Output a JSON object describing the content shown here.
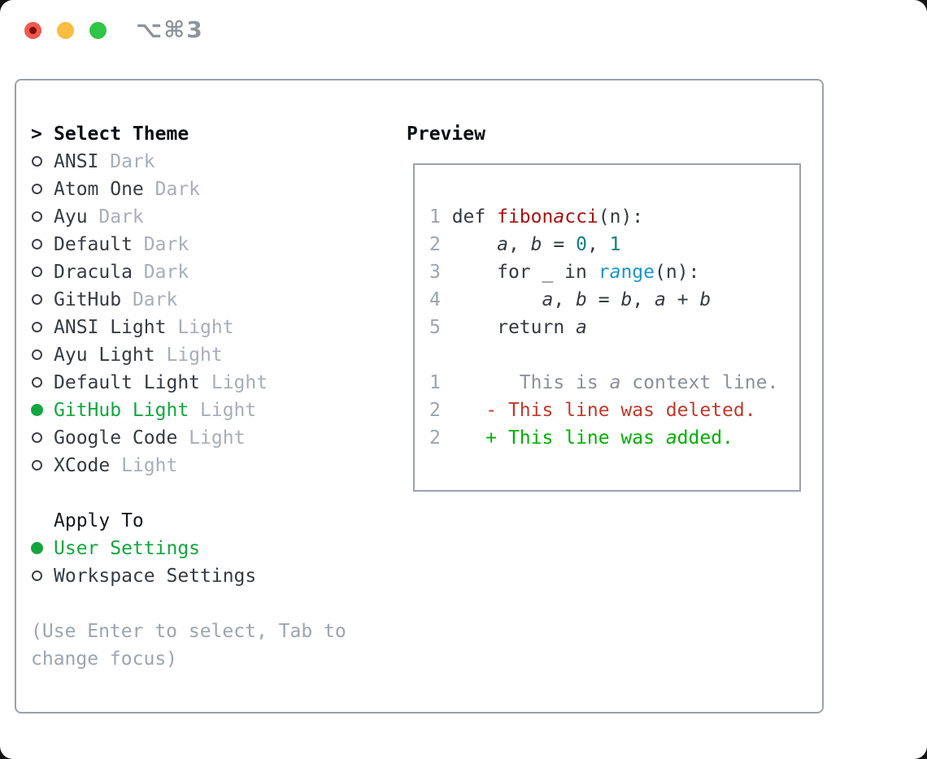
{
  "window": {
    "shortcut": "⌥⌘3",
    "traffic_lights": [
      {
        "name": "close",
        "color": "#f2594e"
      },
      {
        "name": "minimize",
        "color": "#f9bd42"
      },
      {
        "name": "zoom",
        "color": "#2fc546"
      }
    ]
  },
  "theme_panel": {
    "header": {
      "prefix": ">",
      "label": "Select Theme"
    },
    "themes": [
      {
        "name": "ANSI",
        "variant": "Dark",
        "selected": false
      },
      {
        "name": "Atom One",
        "variant": "Dark",
        "selected": false
      },
      {
        "name": "Ayu",
        "variant": "Dark",
        "selected": false
      },
      {
        "name": "Default",
        "variant": "Dark",
        "selected": false
      },
      {
        "name": "Dracula",
        "variant": "Dark",
        "selected": false
      },
      {
        "name": "GitHub",
        "variant": "Dark",
        "selected": false
      },
      {
        "name": "ANSI Light",
        "variant": "Light",
        "selected": false
      },
      {
        "name": "Ayu Light",
        "variant": "Light",
        "selected": false
      },
      {
        "name": "Default Light",
        "variant": "Light",
        "selected": false
      },
      {
        "name": "GitHub Light",
        "variant": "Light",
        "selected": true
      },
      {
        "name": "Google Code",
        "variant": "Light",
        "selected": false
      },
      {
        "name": "XCode",
        "variant": "Light",
        "selected": false
      }
    ],
    "apply_to": {
      "label": "Apply To",
      "options": [
        {
          "name": "User Settings",
          "selected": true
        },
        {
          "name": "Workspace Settings",
          "selected": false
        }
      ]
    },
    "help_lines": [
      "(Use Enter to select, Tab to",
      "change focus)"
    ]
  },
  "preview": {
    "label": "Preview",
    "lines": [
      {
        "num": "1",
        "segments": [
          {
            "t": " def ",
            "c": "code"
          },
          {
            "t": "fibon",
            "c": "func"
          },
          {
            "t": "a",
            "c": "func i"
          },
          {
            "t": "cci",
            "c": "func"
          },
          {
            "t": "(n):",
            "c": "code"
          }
        ]
      },
      {
        "num": "2",
        "segments": [
          {
            "t": "     ",
            "c": "code"
          },
          {
            "t": "a",
            "c": "code i"
          },
          {
            "t": ", ",
            "c": "code"
          },
          {
            "t": "b",
            "c": "code i"
          },
          {
            "t": " = ",
            "c": "code"
          },
          {
            "t": "0",
            "c": "lit"
          },
          {
            "t": ", ",
            "c": "code"
          },
          {
            "t": "1",
            "c": "lit"
          }
        ]
      },
      {
        "num": "3",
        "segments": [
          {
            "t": "     for _ in ",
            "c": "code"
          },
          {
            "t": "r",
            "c": "bi"
          },
          {
            "t": "a",
            "c": "bi i"
          },
          {
            "t": "nge",
            "c": "bi"
          },
          {
            "t": "(n):",
            "c": "code"
          }
        ]
      },
      {
        "num": "4",
        "segments": [
          {
            "t": "         ",
            "c": "code"
          },
          {
            "t": "a",
            "c": "code i"
          },
          {
            "t": ", ",
            "c": "code"
          },
          {
            "t": "b",
            "c": "code i"
          },
          {
            "t": " = ",
            "c": "code"
          },
          {
            "t": "b",
            "c": "code i"
          },
          {
            "t": ", ",
            "c": "code"
          },
          {
            "t": "a",
            "c": "code i"
          },
          {
            "t": " + ",
            "c": "code"
          },
          {
            "t": "b",
            "c": "code i"
          }
        ]
      },
      {
        "num": "5",
        "segments": [
          {
            "t": "     return ",
            "c": "code"
          },
          {
            "t": "a",
            "c": "code i"
          }
        ]
      },
      {
        "num": "",
        "segments": []
      },
      {
        "num": "1",
        "segments": [
          {
            "t": "       This is ",
            "c": "ctx"
          },
          {
            "t": "a",
            "c": "ctx i"
          },
          {
            "t": " context line.",
            "c": "ctx"
          }
        ]
      },
      {
        "num": "2",
        "segments": [
          {
            "t": "    - This line was deleted.",
            "c": "del"
          }
        ]
      },
      {
        "num": "2",
        "segments": [
          {
            "t": "    + This line was ",
            "c": "add"
          },
          {
            "t": "a",
            "c": "add i"
          },
          {
            "t": "dded.",
            "c": "add"
          }
        ]
      }
    ]
  },
  "colors": {
    "selection_green": "#12a63f",
    "panel_border": "#99a2ad",
    "text_primary": "#353b43",
    "text_variant": "#a6aebb",
    "help_text": "#9aa5b3",
    "line_number": "#9aa4b2",
    "code_default": "#343a42",
    "code_function": "#a8130c",
    "code_number": "#0f7e80",
    "code_builtin": "#1b95cc",
    "diff_context": "#8a9199",
    "diff_deleted": "#c0392b",
    "diff_added": "#00b000"
  }
}
